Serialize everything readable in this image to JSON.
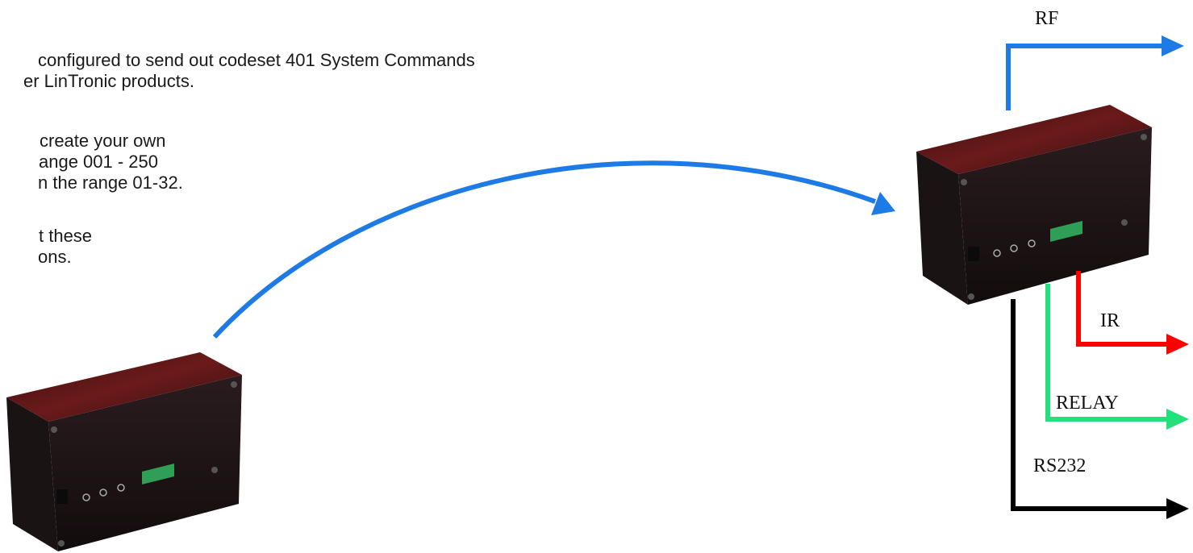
{
  "text_lines": [
    "configured to send out codeset 401 System Commands",
    "er LinTronic products.",
    "create your own",
    "ange 001 - 250",
    "n the range 01-32.",
    "t these",
    "ons."
  ],
  "outputs": {
    "rf": "RF",
    "ir": "IR",
    "relay": "RELAY",
    "rs232": "RS232"
  },
  "colors": {
    "rf": "#1e7be6",
    "ir": "#ff0000",
    "relay": "#22e07a",
    "rs232": "#000000",
    "link": "#1e7be6",
    "device_body": "#1d1416",
    "device_lens": "#5a1414",
    "terminal": "#2f9e57"
  }
}
